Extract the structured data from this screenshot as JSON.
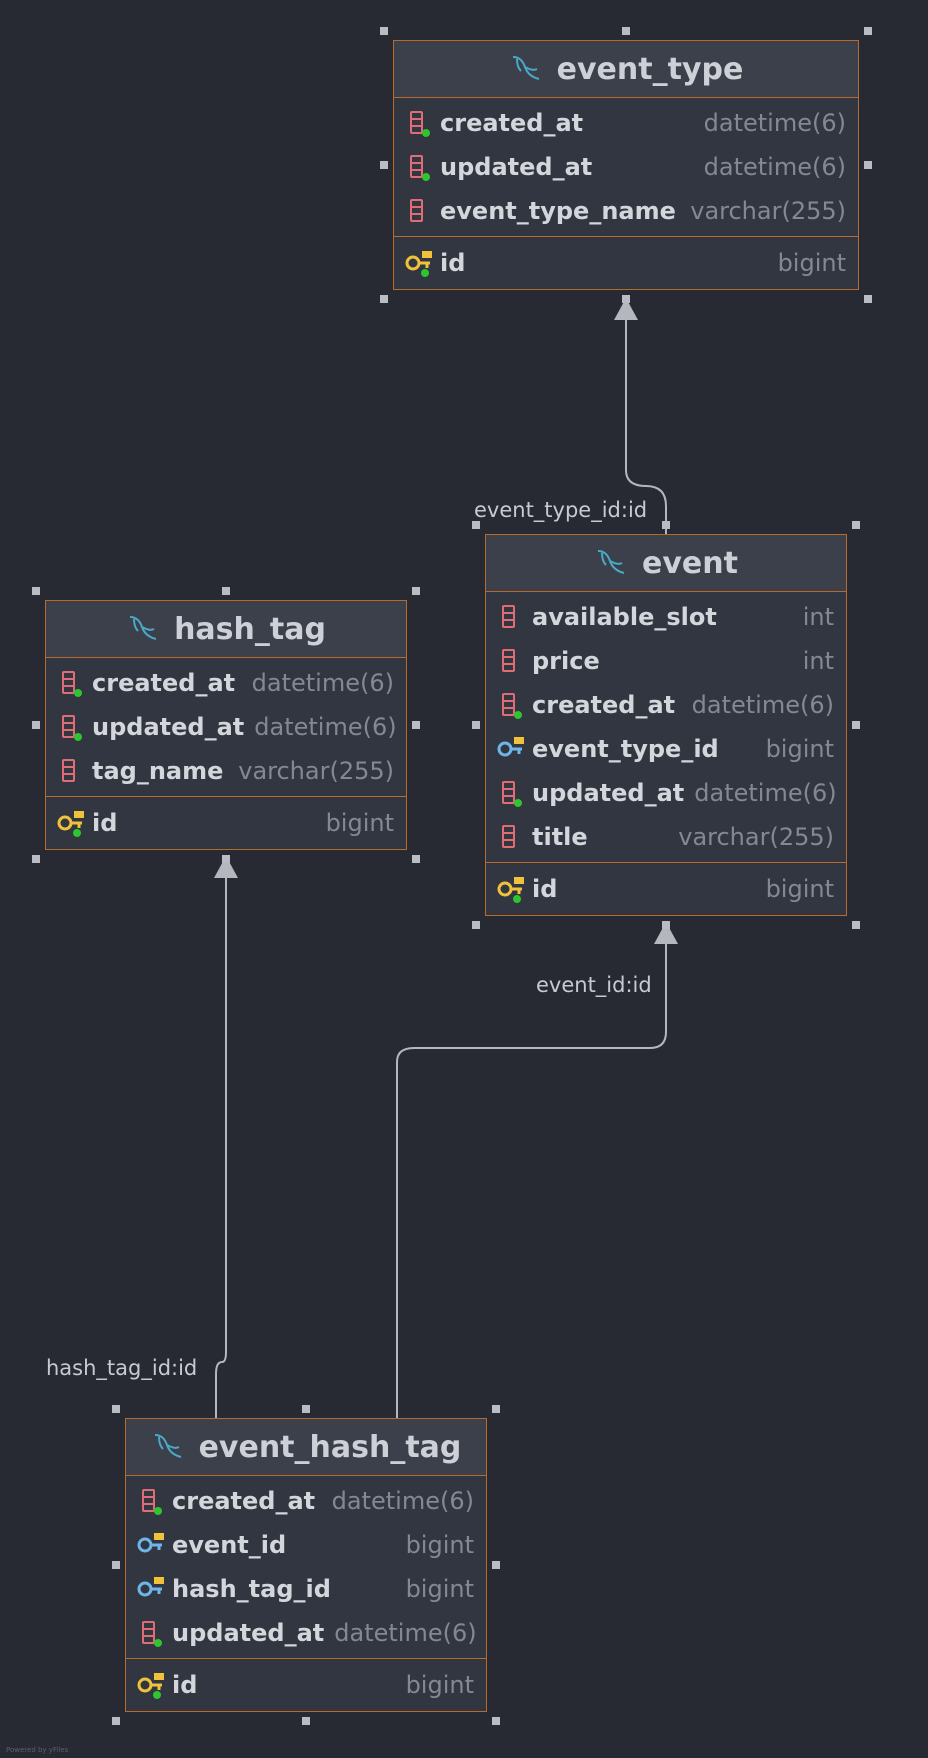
{
  "tables": {
    "event_type": {
      "name": "event_type",
      "columns": [
        {
          "name": "created_at",
          "type": "datetime(6)",
          "icon": "column-notnull-icon"
        },
        {
          "name": "updated_at",
          "type": "datetime(6)",
          "icon": "column-notnull-icon"
        },
        {
          "name": "event_type_name",
          "type": "varchar(255)",
          "icon": "column-icon"
        }
      ],
      "pk": {
        "name": "id",
        "type": "bigint",
        "icon": "primary-key-icon"
      }
    },
    "event": {
      "name": "event",
      "columns": [
        {
          "name": "available_slot",
          "type": "int",
          "icon": "column-icon"
        },
        {
          "name": "price",
          "type": "int",
          "icon": "column-icon"
        },
        {
          "name": "created_at",
          "type": "datetime(6)",
          "icon": "column-notnull-icon"
        },
        {
          "name": "event_type_id",
          "type": "bigint",
          "icon": "foreign-key-icon"
        },
        {
          "name": "updated_at",
          "type": "datetime(6)",
          "icon": "column-notnull-icon"
        },
        {
          "name": "title",
          "type": "varchar(255)",
          "icon": "column-icon"
        }
      ],
      "pk": {
        "name": "id",
        "type": "bigint",
        "icon": "primary-key-icon"
      }
    },
    "hash_tag": {
      "name": "hash_tag",
      "columns": [
        {
          "name": "created_at",
          "type": "datetime(6)",
          "icon": "column-notnull-icon"
        },
        {
          "name": "updated_at",
          "type": "datetime(6)",
          "icon": "column-notnull-icon"
        },
        {
          "name": "tag_name",
          "type": "varchar(255)",
          "icon": "column-icon"
        }
      ],
      "pk": {
        "name": "id",
        "type": "bigint",
        "icon": "primary-key-icon"
      }
    },
    "event_hash_tag": {
      "name": "event_hash_tag",
      "columns": [
        {
          "name": "created_at",
          "type": "datetime(6)",
          "icon": "column-notnull-icon"
        },
        {
          "name": "event_id",
          "type": "bigint",
          "icon": "foreign-key-icon"
        },
        {
          "name": "hash_tag_id",
          "type": "bigint",
          "icon": "foreign-key-icon"
        },
        {
          "name": "updated_at",
          "type": "datetime(6)",
          "icon": "column-notnull-icon"
        }
      ],
      "pk": {
        "name": "id",
        "type": "bigint",
        "icon": "primary-key-icon"
      }
    }
  },
  "edges": {
    "event_to_event_type": "event_type_id:id",
    "event_hash_tag_to_event": "event_id:id",
    "event_hash_tag_to_hash_tag": "hash_tag_id:id"
  },
  "colors": {
    "background": "#272a33",
    "table_border": "#b86a2c",
    "header": "#3b404a",
    "column_icon": "#e06c75",
    "primary_key": "#f0c23c",
    "foreign_key": "#6fb6e8",
    "notnull_dot": "#2ec52e",
    "dolphin": "#4aa9c6"
  },
  "footer": {
    "credit": "Powered by yFiles"
  }
}
